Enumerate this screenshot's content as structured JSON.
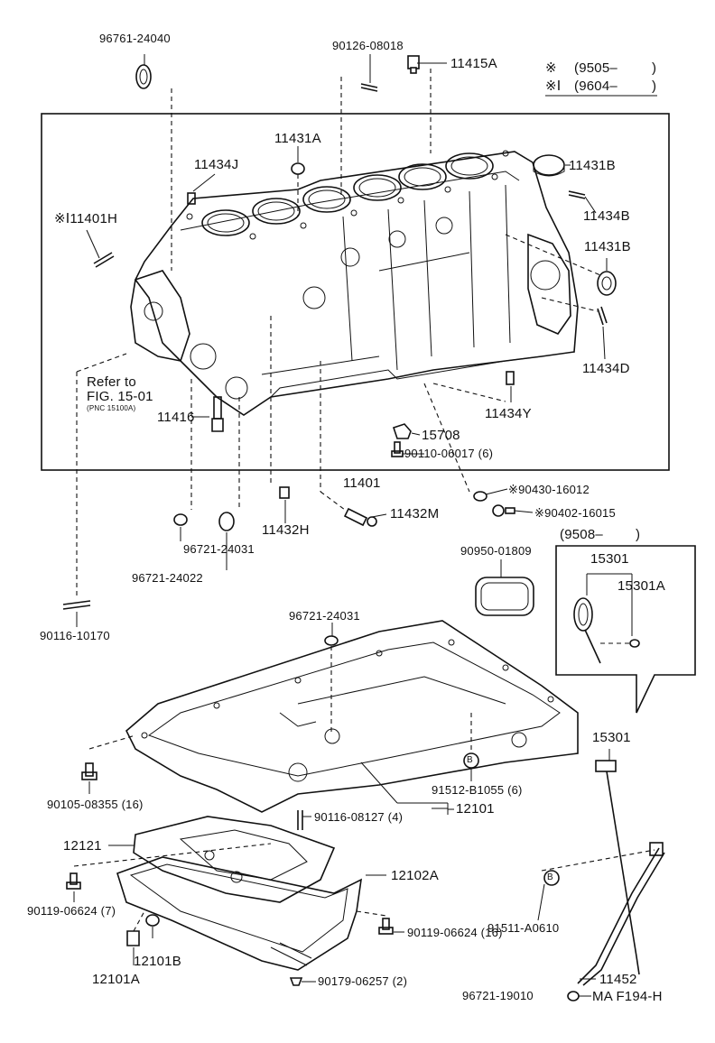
{
  "legend": {
    "mark1": "※",
    "row1": "(9505–",
    "row1_close": ")",
    "mark2": "※Ⅰ",
    "row2": "(9604–",
    "row2_close": ")"
  },
  "inset": {
    "title": "(9508–",
    "title_close": ")",
    "label_a": "15301",
    "label_b": "15301A"
  },
  "labels": {
    "p96761_24040": "96761-24040",
    "p90126_08018": "90126-08018",
    "p11415A": "11415A",
    "p11431A": "11431A",
    "p11434J": "11434J",
    "p11401H": "※Ⅰ11401H",
    "p11431B_top": "11431B",
    "p11434B": "11434B",
    "p11431B_mid": "11431B",
    "p11434D": "11434D",
    "refer_to": "Refer to",
    "fig_ref": "FIG. 15-01",
    "pnc_ref": "(PNC 15100A)",
    "p11416": "11416",
    "p11434Y": "11434Y",
    "p15708": "15708",
    "p90110": "90110-06017 (6)",
    "p11401": "11401",
    "p90430": "※90430-16012",
    "p90402": "※90402-16015",
    "p11432H": "11432H",
    "p11432M": "11432M",
    "p96721_24031_a": "96721-24031",
    "p96721_24022": "96721-24022",
    "p90950": "90950-01809",
    "p90116_10170": "90116-10170",
    "p96721_24031_b": "96721-24031",
    "p15301": "15301",
    "p90105": "90105-08355 (16)",
    "p91512": "91512-B1055 (6)",
    "p12101": "12101",
    "p90116_08127": "90116-08127 (4)",
    "p12121": "12121",
    "p12102A": "12102A",
    "p90119_7": "90119-06624 (7)",
    "p90119_16": "90119-06624 (16)",
    "p91511": "91511-A0610",
    "p12101B": "12101B",
    "p12101A": "12101A",
    "p90179": "90179-06257 (2)",
    "p11452": "11452",
    "p96721_19010": "96721-19010",
    "ma_code": "MA F194-H",
    "callout_b1": "B",
    "callout_b2": "B"
  }
}
